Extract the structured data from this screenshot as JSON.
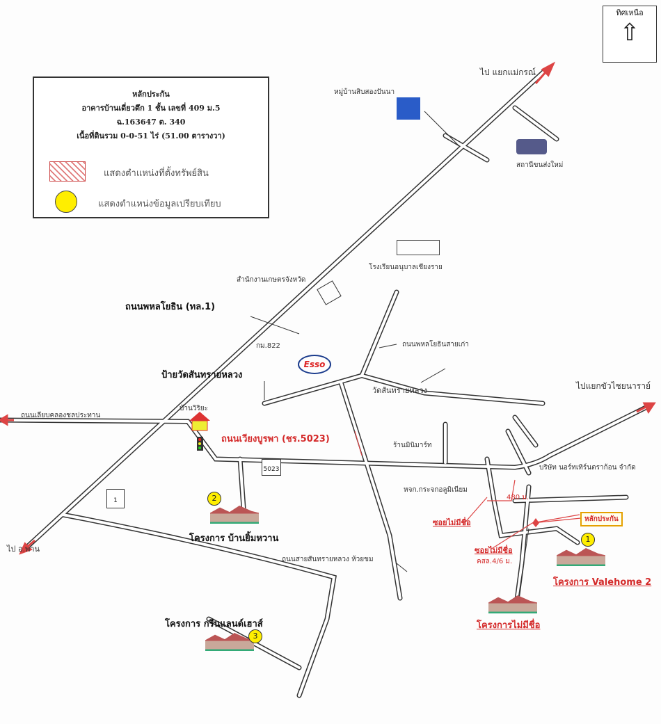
{
  "north": {
    "label": "ทิศเหนือ"
  },
  "legend": {
    "title": "หลักประกัน",
    "line1": "อาคารบ้านเดี่ยวตึก 1 ชั้น เลขที่ 409 ม.5",
    "line2": "ฉ.163647   ต. 340",
    "line3": "เนื้อที่ดินรวม 0-0-51 ไร่ (51.00 ตารางวา)",
    "hatch_label": "แสดงตำแหน่งที่ตั้งทรัพย์สิน",
    "dot_label": "แสดงตำแหน่งข้อมูลเปรียบเทียบ"
  },
  "labels": {
    "to_maekorn": "ไป แยกแม่กรณ์",
    "village_12": "หมู่บ้านสิบสองปันนา",
    "bus_station": "สถานีขนส่งใหม่",
    "school": "โรงเรียนอนุบาลเชียงราย",
    "agri_office": "สำนักงานเกษตรจังหวัด",
    "phahon": "ถนนพหลโยธิน (ทล.1)",
    "km": "กม.822",
    "esso": "Esso",
    "phahon_old": "ถนนพหลโยธินสายเก่า",
    "wat_sign": "ป้ายวัดสันทรายหลวง",
    "wat": "วัดสันทรายหลวง",
    "to_khua": "ไปแยกขัวไชยนาราย์",
    "canal_road": "ถนนเลียบคลองชลประทาน",
    "police": "บ้านวิริยะ",
    "wiang_burapha": "ถนนเวียงบูรพา (ชร.5023)",
    "route_5023": "5023",
    "route_1": "1",
    "minimart": "ร้านมินิมาร์ท",
    "company": "บริษัท นอร์ทเทิร์นตราก้อน จำกัด",
    "glass_shop": "หจก.กระจกอลูมิเนียม",
    "distance": "480 ม.",
    "soi1": "ซอยไม่มีชื่อ",
    "soi2": "ซอยไม่มีชื่อ",
    "soi2_note": "คสล.4/6 ม.",
    "collateral": "หลักประกัน",
    "to_phan": "ไป อ.พาน",
    "santsai_road": "ถนนสายสันทรายหลวง  ห้วยขม"
  },
  "projects": [
    {
      "num": "1",
      "name": "โครงการ Valehome 2"
    },
    {
      "num": "2",
      "name": "โครงการ บ้านยิ้มหวาน"
    },
    {
      "num": "3",
      "name": "โครงการ กรีนแลนด์เฮาส์"
    },
    {
      "num": "",
      "name": "โครงการไม่มีชื่อ"
    }
  ],
  "colors": {
    "accent": "#d42a2a",
    "marker": "#ffee00"
  }
}
